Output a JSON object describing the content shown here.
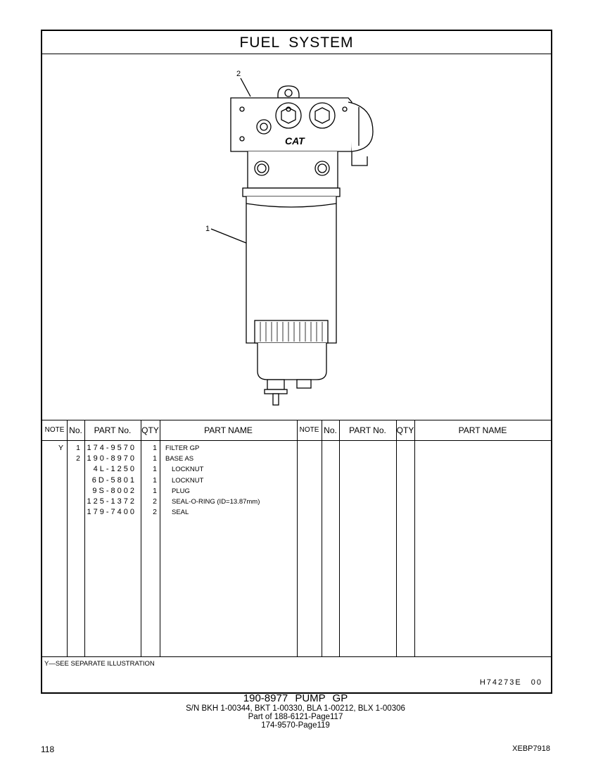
{
  "title": "FUEL  SYSTEM",
  "callouts": [
    "1",
    "2"
  ],
  "logo": "CAT",
  "headers": {
    "note": "NOTE",
    "no": "No.",
    "part_no": "PART No.",
    "qty": "QTY",
    "part_name": "PART NAME"
  },
  "rows": [
    {
      "note": "Y",
      "no": "1",
      "part_no": "174-9570",
      "qty": "1",
      "name": "FILTER GP",
      "indent": 0
    },
    {
      "note": "",
      "no": "2",
      "part_no": "190-8970",
      "qty": "1",
      "name": "BASE AS",
      "indent": 0
    },
    {
      "note": "",
      "no": "",
      "part_no": "4L-1250",
      "qty": "1",
      "name": "LOCKNUT",
      "indent": 1
    },
    {
      "note": "",
      "no": "",
      "part_no": "6D-5801",
      "qty": "1",
      "name": "LOCKNUT",
      "indent": 1
    },
    {
      "note": "",
      "no": "",
      "part_no": "9S-8002",
      "qty": "1",
      "name": "PLUG",
      "indent": 1
    },
    {
      "note": "",
      "no": "",
      "part_no": "125-1372",
      "qty": "2",
      "name": "SEAL-O-RING (ID=13.87mm)",
      "indent": 1
    },
    {
      "note": "",
      "no": "",
      "part_no": "179-7400",
      "qty": "2",
      "name": "SEAL",
      "indent": 1
    }
  ],
  "note_text": "Y—SEE SEPARATE ILLUSTRATION",
  "illustration_ref": "H74273E  00",
  "footer": {
    "group": "190-8977  PUMP  GP",
    "serials": "S/N BKH 1-00344, BKT 1-00330, BLA 1-00212, BLX 1-00306",
    "part_of": "Part of 188-6121-Page117",
    "see": "174-9570-Page119"
  },
  "page_number": "118",
  "doc_id": "XEBP7918"
}
